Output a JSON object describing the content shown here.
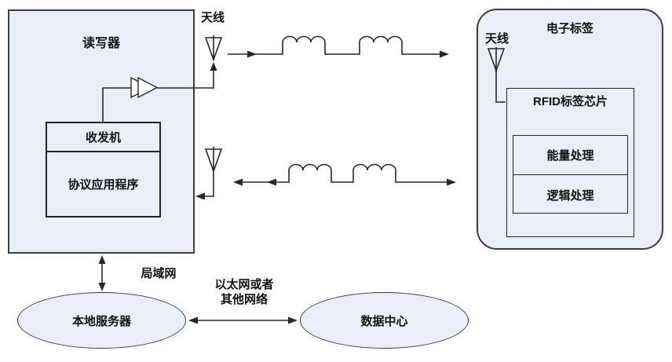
{
  "reader": {
    "title": "读写器",
    "transceiver_label": "收发机",
    "protocol_label": "协议应用程序",
    "antenna_label": "天线"
  },
  "tag": {
    "title": "电子标签",
    "antenna_label": "天线",
    "chip_title": "RFID标签芯片",
    "energy_label": "能量处理",
    "logic_label": "逻辑处理"
  },
  "network": {
    "lan_label": "局域网",
    "ethernet_line1": "以太网或者",
    "ethernet_line2": "其他网络"
  },
  "nodes": {
    "local_server": "本地服务器",
    "data_center": "数据中心"
  },
  "icons": {
    "reader_antenna": "antenna-icon",
    "tag_antenna": "antenna-icon",
    "amplifier": "amplifier-icon",
    "coupling_links": "inductor-coil-icon"
  },
  "colors": {
    "box_fill": "#e9eef8",
    "box_border": "#3c3c3c",
    "line_color": "#262626",
    "text_color": "#101010",
    "bg": "#ffffff"
  }
}
